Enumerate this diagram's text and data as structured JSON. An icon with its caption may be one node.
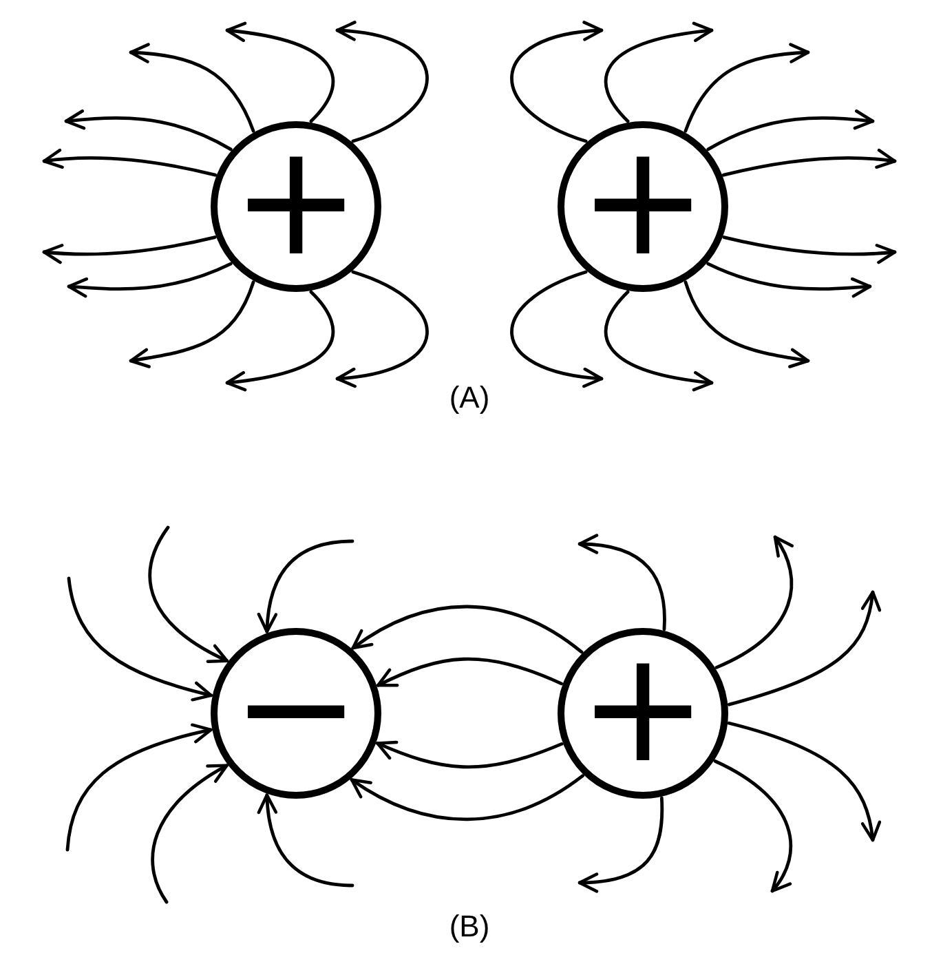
{
  "diagram": {
    "nodes": [
      {
        "text": [
          "+"
        ]
      },
      {
        "text": [
          "+"
        ]
      },
      {
        "text": [
          "−"
        ]
      },
      {
        "text": [
          "+"
        ]
      }
    ],
    "edges": [
      {
        "from": 0,
        "to": null,
        "arrow": "to"
      },
      {
        "from": 0,
        "to": null,
        "arrow": "to"
      },
      {
        "from": 0,
        "to": null,
        "arrow": "to"
      },
      {
        "from": 0,
        "to": null,
        "arrow": "to"
      },
      {
        "from": 0,
        "to": null,
        "arrow": "to"
      },
      {
        "from": 0,
        "to": null,
        "arrow": "to"
      },
      {
        "from": 0,
        "to": null,
        "arrow": "to"
      },
      {
        "from": 0,
        "to": null,
        "arrow": "to"
      },
      {
        "from": 0,
        "to": null,
        "arrow": "to"
      },
      {
        "from": 0,
        "to": null,
        "arrow": "to"
      },
      {
        "from": 1,
        "to": null,
        "arrow": "to"
      },
      {
        "from": 1,
        "to": null,
        "arrow": "to"
      },
      {
        "from": 1,
        "to": null,
        "arrow": "to"
      },
      {
        "from": 1,
        "to": null,
        "arrow": "to"
      },
      {
        "from": 1,
        "to": null,
        "arrow": "to"
      },
      {
        "from": 1,
        "to": null,
        "arrow": "to"
      },
      {
        "from": 1,
        "to": null,
        "arrow": "to"
      },
      {
        "from": 1,
        "to": null,
        "arrow": "to"
      },
      {
        "from": 1,
        "to": null,
        "arrow": "to"
      },
      {
        "from": 1,
        "to": null,
        "arrow": "to"
      },
      {
        "from": null,
        "to": 2,
        "arrow": "to"
      },
      {
        "from": null,
        "to": 2,
        "arrow": "to"
      },
      {
        "from": null,
        "to": 2,
        "arrow": "to"
      },
      {
        "from": null,
        "to": 2,
        "arrow": "to"
      },
      {
        "from": null,
        "to": 2,
        "arrow": "to"
      },
      {
        "from": null,
        "to": 2,
        "arrow": "to"
      },
      {
        "from": 3,
        "to": 2,
        "arrow": "to"
      },
      {
        "from": 3,
        "to": 2,
        "arrow": "to"
      },
      {
        "from": 3,
        "to": 2,
        "arrow": "to"
      },
      {
        "from": 3,
        "to": 2,
        "arrow": "to"
      },
      {
        "from": 3,
        "to": null,
        "arrow": "to"
      },
      {
        "from": 3,
        "to": null,
        "arrow": "to"
      },
      {
        "from": 3,
        "to": null,
        "arrow": "to"
      },
      {
        "from": 3,
        "to": null,
        "arrow": "to"
      },
      {
        "from": 3,
        "to": null,
        "arrow": "to"
      },
      {
        "from": 3,
        "to": null,
        "arrow": "to"
      }
    ],
    "labels": [
      "(A)",
      "(B)"
    ]
  }
}
